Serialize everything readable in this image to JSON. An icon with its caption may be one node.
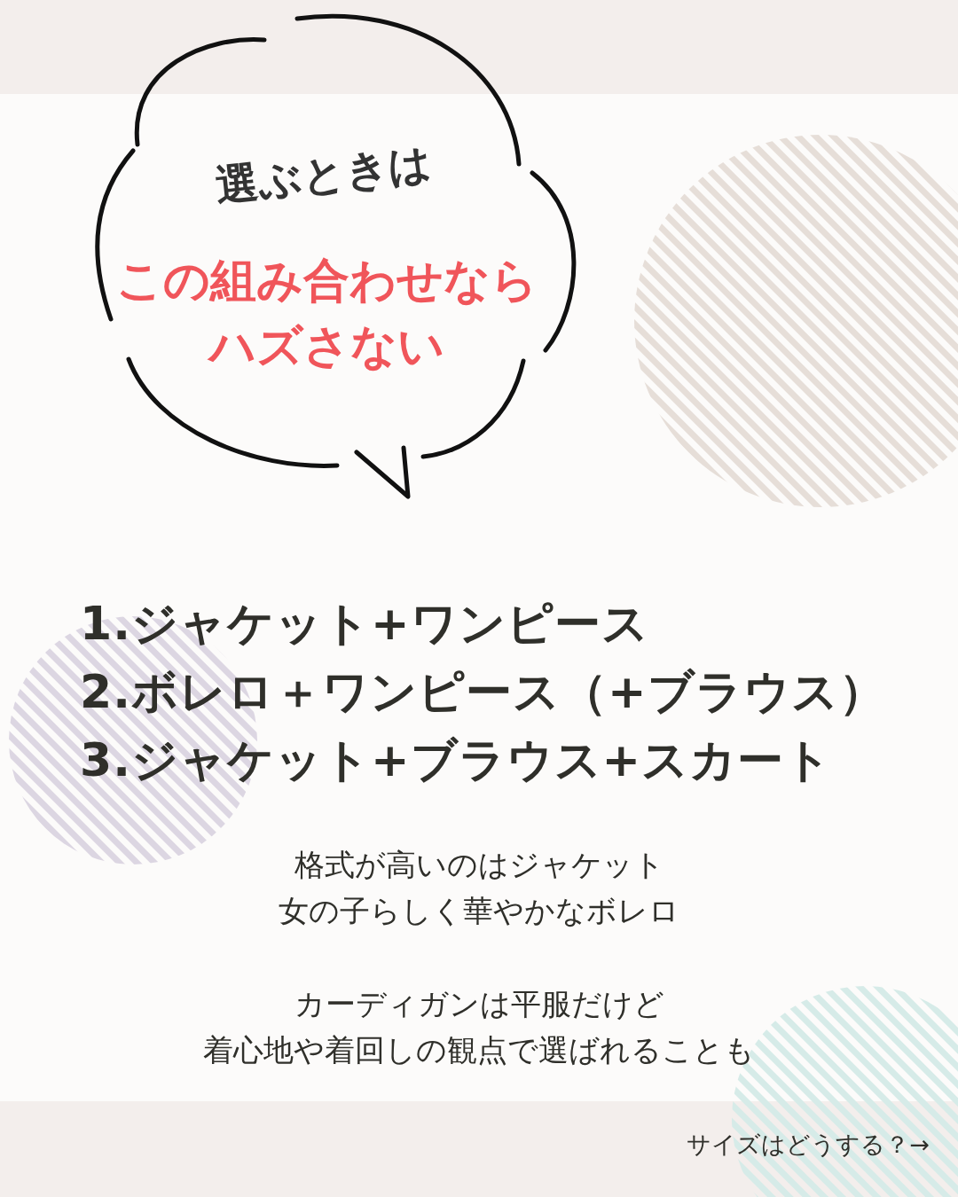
{
  "diagram": {
    "nodes": [
      {
        "text": [
          "選ぶときは",
          "この組み合わせならハズさない"
        ]
      }
    ],
    "labels": [
      "1.ジャケット+ワンピース",
      "2.ボレロ＋ワンピース（+ブラウス）",
      "3.ジャケット+ブラウス+スカート",
      "格式が高いのはジャケット",
      "女の子らしく華やかなボレロ",
      "カーディガンは平服だけど",
      "着心地や着回しの観点で選ばれることも",
      "サイズはどうする？→"
    ]
  }
}
